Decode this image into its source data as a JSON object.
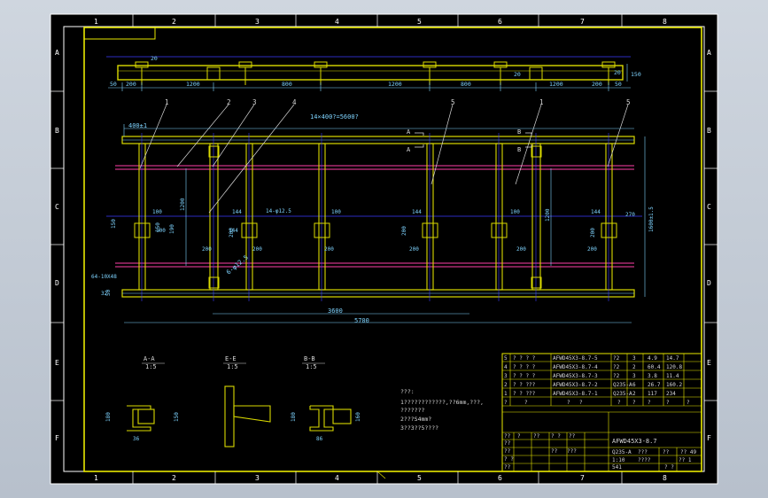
{
  "colors": {
    "background": "#000000",
    "frame": "#e8e800",
    "border": "#ffffff",
    "dimension": "#7fd4ff",
    "member": "#dada00",
    "centerline": "#3c3cff",
    "hidden": "#ff3fa8",
    "leader": "#d8d8d8"
  },
  "border": {
    "columns": [
      "1",
      "2",
      "3",
      "4",
      "5",
      "6",
      "7",
      "8"
    ],
    "rows": [
      "A",
      "B",
      "C",
      "D",
      "E",
      "F"
    ]
  },
  "top_view": {
    "dims": [
      "50",
      "200",
      "1200",
      "800",
      "1200",
      "800",
      "1200",
      "200",
      "50",
      "20",
      "20",
      "20",
      "150"
    ]
  },
  "front_view": {
    "callouts": [
      "1",
      "2",
      "3",
      "4",
      "5",
      "1",
      "5"
    ],
    "overall_note": "14×400?=5600?",
    "pitch_dim": "400±1",
    "section_marks": [
      "A",
      "A",
      "B",
      "B"
    ],
    "dims": [
      "100",
      "144",
      "100",
      "144",
      "100",
      "144",
      "100",
      "144",
      "150",
      "150",
      "190",
      "200",
      "1200",
      "1200",
      "14-φ12.5",
      "64-10X48",
      "200",
      "200",
      "200",
      "200",
      "200",
      "200",
      "200",
      "200",
      "1600±1.5",
      "270",
      "50",
      "32"
    ],
    "width_dim": "3600",
    "total_dim": "5700",
    "leader_label": "6-φ12.5"
  },
  "sections": [
    {
      "title": "A-A",
      "scale": "1:5",
      "dims": [
        "180",
        "150",
        "36"
      ]
    },
    {
      "title": "E-E",
      "scale": "1:5",
      "dims": []
    },
    {
      "title": "B-B",
      "scale": "1:5",
      "dims": [
        "160",
        "180",
        "86"
      ]
    }
  ],
  "notes": {
    "title": "???:",
    "lines": [
      "1????????????,??6mm,???,",
      "  ???????",
      "2???S4mm?",
      "3??3??5????"
    ]
  },
  "bom": {
    "rows": [
      {
        "no": "5",
        "name": "? ? ? ?",
        "code": "AFWD45X3-8.7-5",
        "mat": "?2",
        "qty": "3",
        "unit": "4.9",
        "total": "14.7"
      },
      {
        "no": "4",
        "name": "? ? ? ?",
        "code": "AFWD45X3-8.7-4",
        "mat": "?2",
        "qty": "2",
        "unit": "60.4",
        "total": "120.8"
      },
      {
        "no": "3",
        "name": "? ? ? ?",
        "code": "AFWD45X3-8.7-3",
        "mat": "?2",
        "qty": "3",
        "unit": "3.8",
        "total": "11.4"
      },
      {
        "no": "2",
        "name": "? ? ???",
        "code": "AFWD45X3-8.7-2",
        "mat": "Q235-A",
        "qty": "6",
        "unit": "26.7",
        "total": "160.2"
      },
      {
        "no": "1",
        "name": "? ? ???",
        "code": "AFWD45X3-8.7-1",
        "mat": "Q235-A",
        "qty": "2",
        "unit": "117",
        "total": "234"
      }
    ],
    "header": [
      "?",
      "?",
      "?",
      "?",
      "?",
      "?",
      "?",
      "?",
      "?",
      "?"
    ]
  },
  "title_block": {
    "drawing_no": "AFWD45X3-8.7",
    "material": "Q235-A",
    "scale": "1:10",
    "weight": "541",
    "sheet": "? ?",
    "company": "?? 49",
    "right_label": "?? 1",
    "cells": [
      "??",
      "?",
      "??",
      "? ?",
      "??",
      "??",
      "??",
      "? ?",
      "??",
      "??",
      "???",
      "???",
      "??",
      "????",
      "?",
      "?",
      "??",
      "??",
      "??",
      "??",
      "??",
      "??"
    ]
  }
}
